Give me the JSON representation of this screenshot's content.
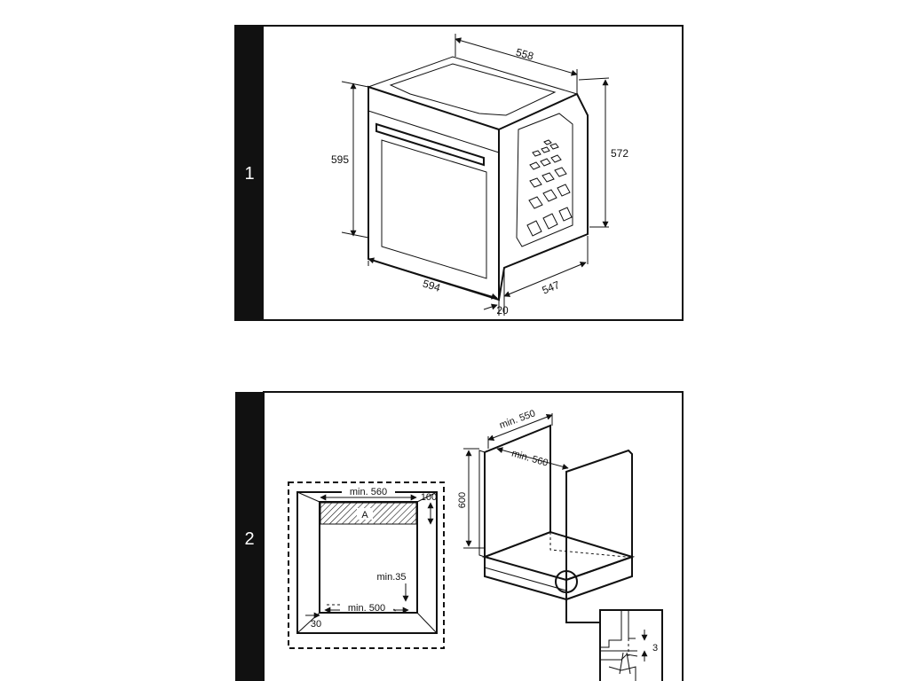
{
  "panel1": {
    "number": "1",
    "dims": {
      "depth_top": "558",
      "height_front": "595",
      "height_side": "572",
      "width_front": "594",
      "depth_body": "547",
      "front_offset": "20"
    }
  },
  "panel2": {
    "number": "2",
    "niche_front": {
      "min_width": "min. 560",
      "top_gap": "100",
      "area_label": "A",
      "min_gap": "min.35",
      "min_bottom": "min. 500",
      "side_gap": "30"
    },
    "cabinet": {
      "min_depth": "min. 550",
      "min_width": "min. 560",
      "height": "600",
      "detail_gap": "3"
    }
  }
}
